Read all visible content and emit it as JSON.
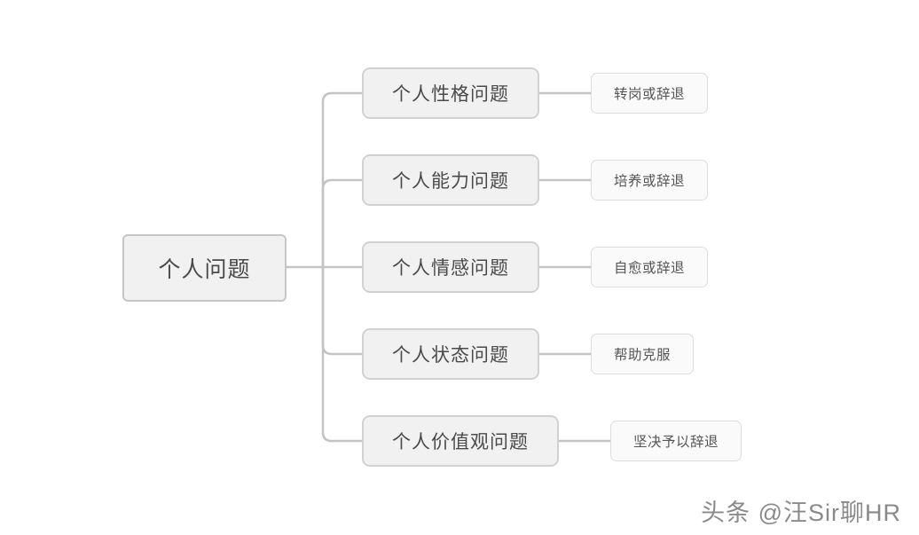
{
  "tree": {
    "root": {
      "label": "个人问题"
    },
    "branches": [
      {
        "label": "个人性格问题",
        "action": "转岗或辞退"
      },
      {
        "label": "个人能力问题",
        "action": "培养或辞退"
      },
      {
        "label": "个人情感问题",
        "action": "自愈或辞退"
      },
      {
        "label": "个人状态问题",
        "action": "帮助克服"
      },
      {
        "label": "个人价值观问题",
        "action": "坚决予以辞退"
      }
    ]
  },
  "watermark": {
    "text": "头条 @汪Sir聊HR"
  },
  "colors": {
    "canvas-bg": "#ffffff",
    "node-fill": "#f1f1f1",
    "node-border": "#c6c6c6",
    "branch-border": "#d2d2d2",
    "leaf-fill": "#fafafa",
    "leaf-border": "#dddddd",
    "line": "#c3c3c3",
    "text": "#4a4a4a",
    "watermark": "#8a8a8a"
  }
}
